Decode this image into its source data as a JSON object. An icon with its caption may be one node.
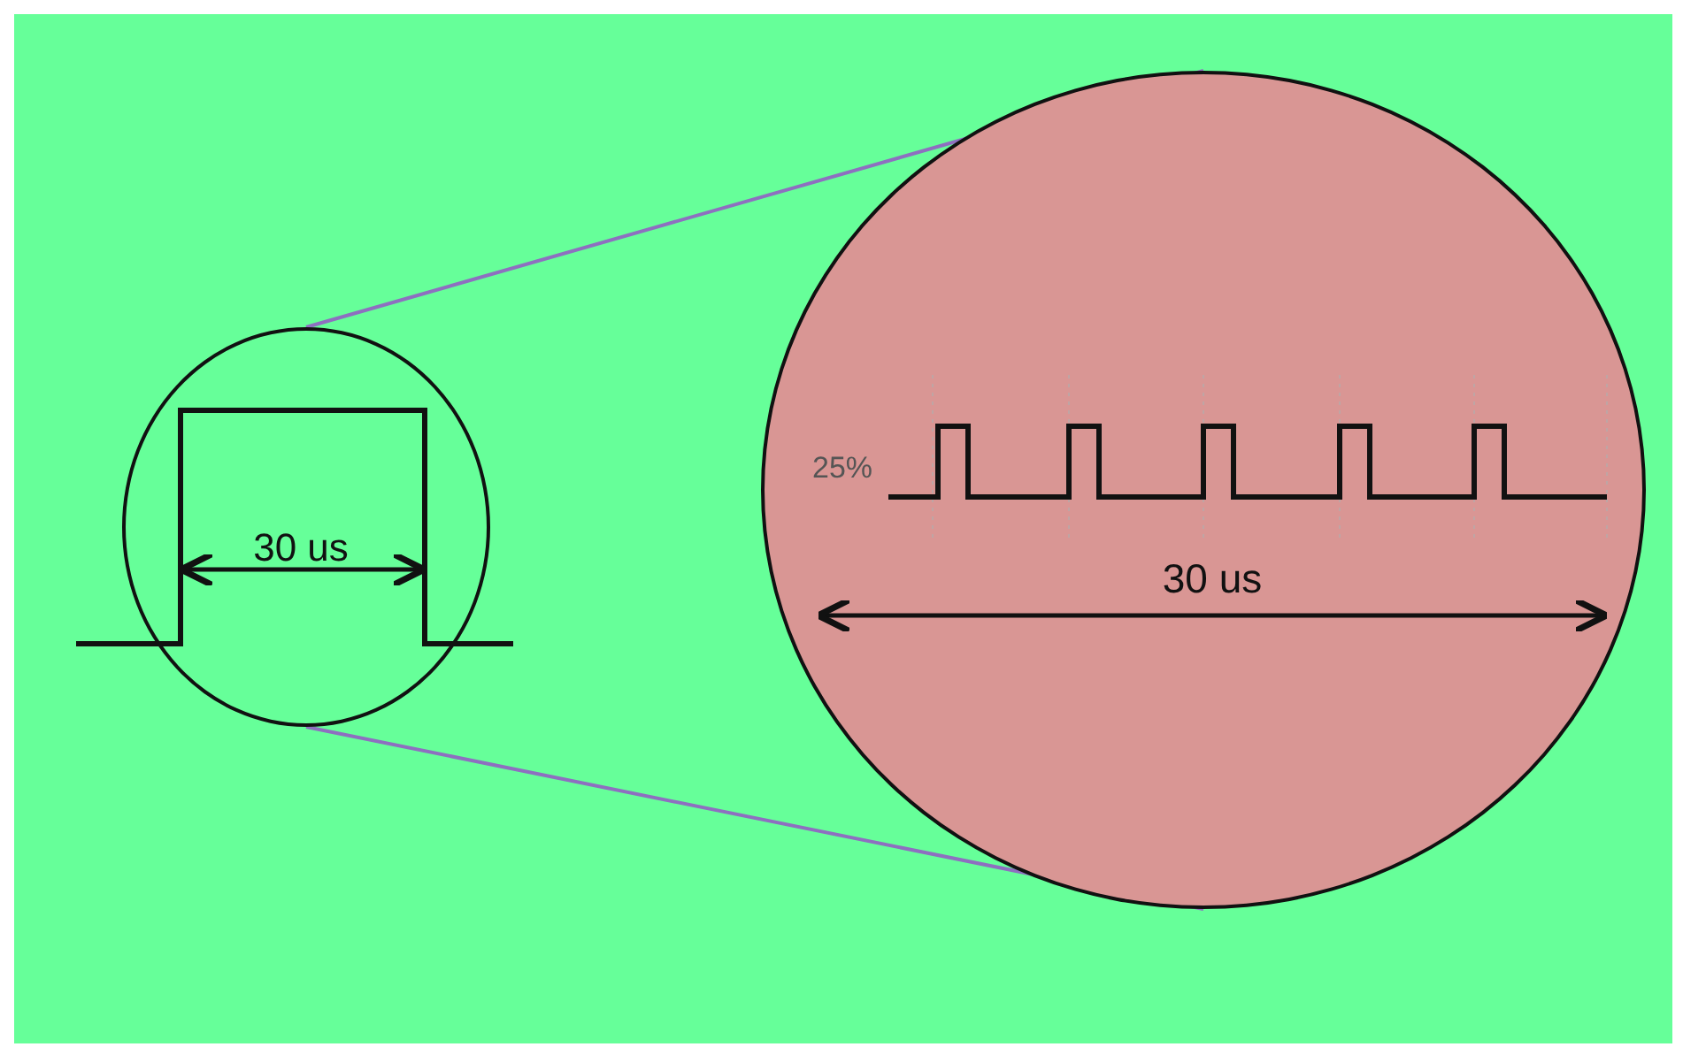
{
  "diagram": {
    "nodes": [
      {
        "text": [],
        "shape": "circle"
      },
      {
        "text": [],
        "shape": "circle"
      }
    ],
    "edges": [
      {
        "from": 0,
        "to": 1,
        "arrow": "none",
        "color": "#8e6fc0"
      },
      {
        "from": 0,
        "to": 1,
        "arrow": "none",
        "color": "#8e6fc0"
      }
    ],
    "labels": [
      "30 us",
      "25%",
      "30 us"
    ]
  }
}
